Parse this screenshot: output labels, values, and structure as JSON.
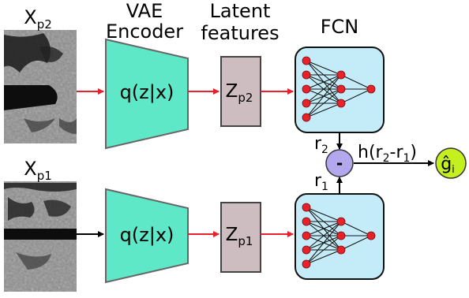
{
  "headers": {
    "vae_line1": "VAE",
    "vae_line2": "Encoder",
    "latent_line1": "Latent",
    "latent_line2": "features",
    "fcn": "FCN"
  },
  "inputs": {
    "top": {
      "base": "X",
      "sub": "p2"
    },
    "bottom": {
      "base": "X",
      "sub": "p1"
    }
  },
  "encoder_label": "q(z|x)",
  "latents": {
    "top": {
      "base": "Z",
      "sub": "p2"
    },
    "bottom": {
      "base": "Z",
      "sub": "p1"
    }
  },
  "diff": {
    "operator": "-",
    "r2": {
      "base": "r",
      "sub": "2"
    },
    "r1": {
      "base": "r",
      "sub": "1"
    },
    "output_func": "h(r",
    "output_sub1": "2",
    "output_mid": "-r",
    "output_sub2": "1",
    "output_close": ")"
  },
  "result": {
    "base": "ĝ",
    "sub": "i"
  },
  "colors": {
    "encoder_fill": "#5ee8c8",
    "latent_fill": "#cdbcc0",
    "fcn_fill": "#c4ecf8",
    "node_fill": "#e8222a",
    "diff_fill": "#b3a7ee",
    "result_fill": "#c4f020",
    "arrow_red": "#e8202a"
  },
  "icons": [
    "mri-scan-image",
    "neural-network-icon",
    "subtract-operator-icon"
  ]
}
